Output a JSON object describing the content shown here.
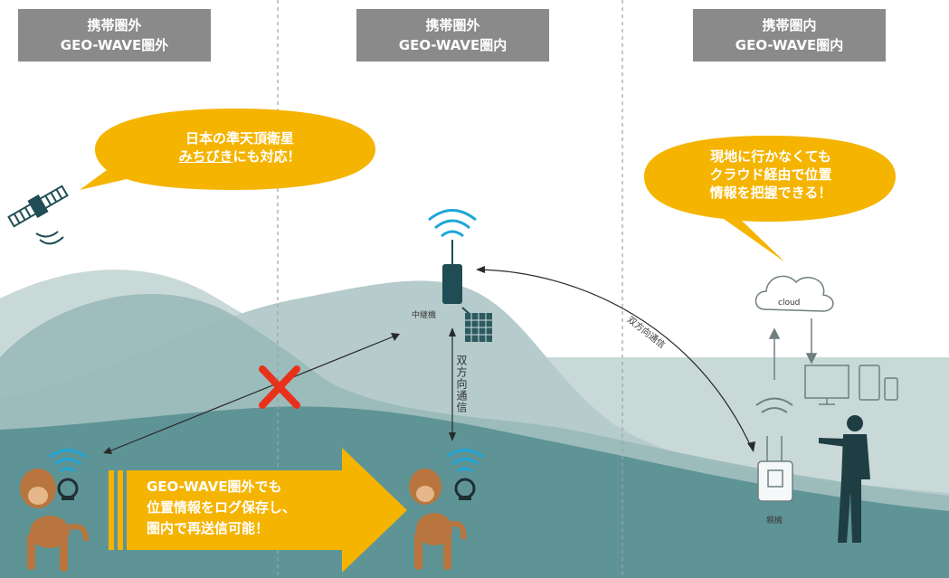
{
  "zones": [
    {
      "line1": "携帯圏外",
      "line2": "GEO-WAVE圏外"
    },
    {
      "line1": "携帯圏外",
      "line2": "GEO-WAVE圏内"
    },
    {
      "line1": "携帯圏内",
      "line2": "GEO-WAVE圏内"
    }
  ],
  "bubble_satellite": {
    "line1": "日本の準天頂衛星",
    "line2_underlined": "みちびき",
    "line2_rest": "にも対応！"
  },
  "bubble_cloud": {
    "line1": "現地に行かなくても",
    "line2": "クラウド経由で位置",
    "line3": "情報を把握できる！"
  },
  "arrow_text": {
    "line1": "GEO-WAVE圏外でも",
    "line2": "位置情報をログ保存し、",
    "line3": "圏内で再送信可能！"
  },
  "relay_label": "中継機",
  "base_label": "親機",
  "vertical_comm_label": "双方向通信",
  "diagonal_comm_label": "双方向通信",
  "cloud_label": "cloud",
  "colors": {
    "label_bg": "#8a8a8a",
    "bubble": "#f5b400",
    "hill_light": "#b8cdcc",
    "hill_mid": "#9dbcbc",
    "hill_dark": "#5f9496",
    "cross": "#e8311a"
  }
}
